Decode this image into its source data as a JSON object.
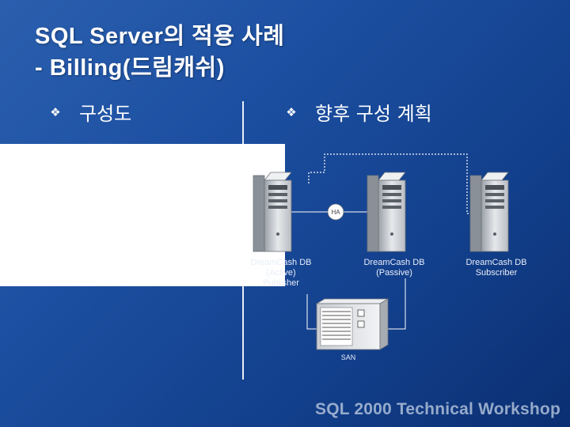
{
  "slide": {
    "title_line1": "SQL Server의 적용 사례",
    "title_line2": "- Billing(드림캐쉬)",
    "bullets": {
      "left": "구성도",
      "right": "향후 구성 계획"
    },
    "bullet_icon": "diamond-bullet-icon",
    "diagram": {
      "servers": [
        {
          "line1": "DreamCash DB",
          "line2": "(Active)",
          "line3": "Publisher"
        },
        {
          "line1": "DreamCash DB",
          "line2": "(Passive)"
        },
        {
          "line1": "DreamCash DB",
          "line2": "Subscriber"
        }
      ],
      "cluster_label": "HA",
      "storage_label": "SAN"
    },
    "footer": "SQL 2000 Technical Workshop"
  },
  "colors": {
    "background": "#1c4fa1",
    "title_text": "#ffffff",
    "panel": "#ffffff"
  }
}
